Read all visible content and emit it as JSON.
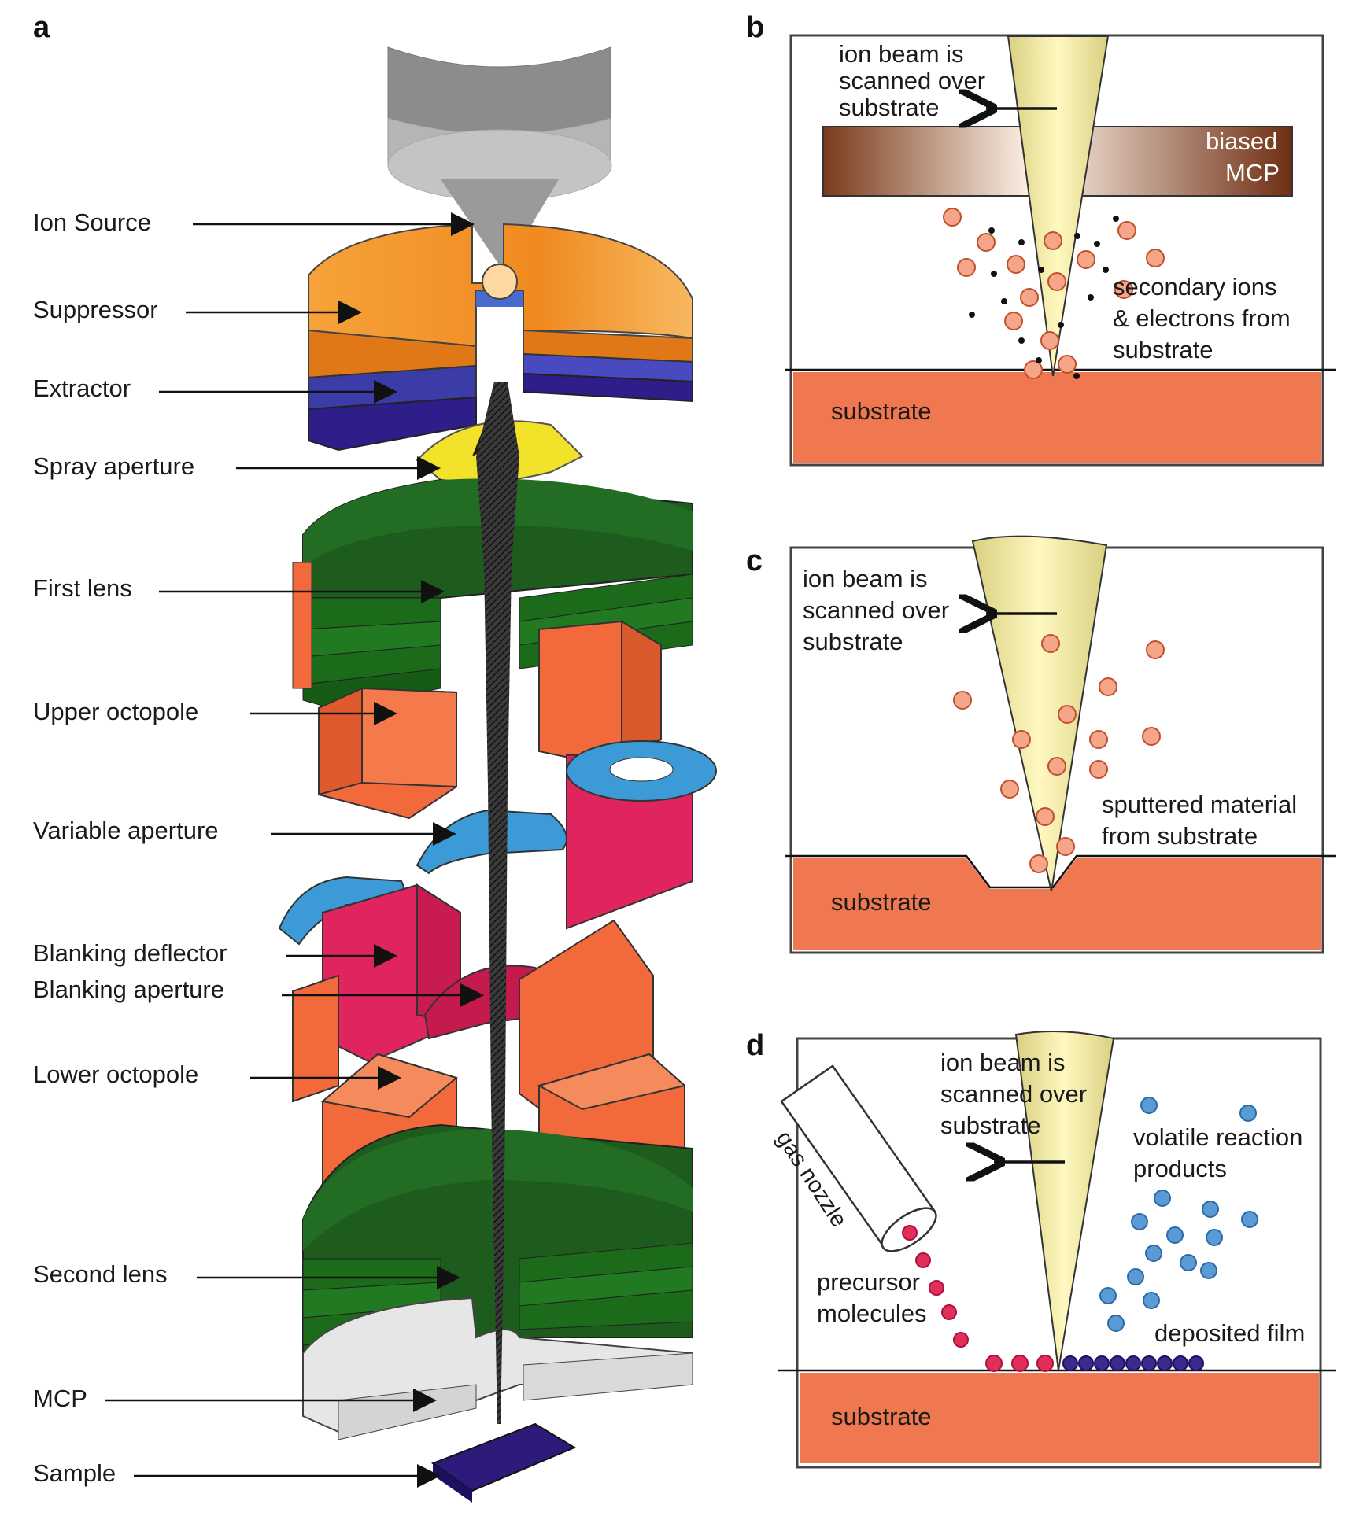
{
  "panels": {
    "a": "a",
    "b": "b",
    "c": "c",
    "d": "d"
  },
  "column_labels": [
    "Ion Source",
    "Suppressor",
    "Extractor",
    "Spray aperture",
    "First lens",
    "Upper octopole",
    "Variable aperture",
    "Blanking deflector",
    "Blanking aperture",
    "Lower octopole",
    "Second lens",
    "MCP",
    "Sample"
  ],
  "panel_b": {
    "beam_note": [
      "ion beam is",
      "scanned over",
      "substrate"
    ],
    "mcp": [
      "biased",
      "MCP"
    ],
    "emission": [
      "secondary ions",
      "& electrons from",
      "substrate"
    ],
    "substrate": "substrate"
  },
  "panel_c": {
    "beam_note": [
      "ion beam is",
      "scanned over",
      "substrate"
    ],
    "sputter": [
      "sputtered material",
      "from substrate"
    ],
    "substrate": "substrate"
  },
  "panel_d": {
    "beam_note": [
      "ion beam is",
      "scanned over",
      "substrate"
    ],
    "nozzle": "gas nozzle",
    "products": [
      "volatile reaction",
      "products"
    ],
    "precursor": [
      "precursor",
      "molecules"
    ],
    "film": "deposited film",
    "substrate": "substrate"
  },
  "colors": {
    "substrate": "#f07850",
    "ion_particle": "#f4a58a",
    "precursor": "#e0305a",
    "volatile": "#5b9bd5",
    "film": "#3b2a8c",
    "beam": "#f6ee9a",
    "lens_green": "#1f6e1f",
    "octopole": "#f26a3c",
    "suppressor": "#f39a2a",
    "extractor": "#3a3aa0",
    "spray": "#f2e02a",
    "blanking": "#e0245e",
    "aperture_blue": "#3c9ad6",
    "mcp_gray": "#e4e4e4",
    "sample": "#2e1a7a"
  }
}
